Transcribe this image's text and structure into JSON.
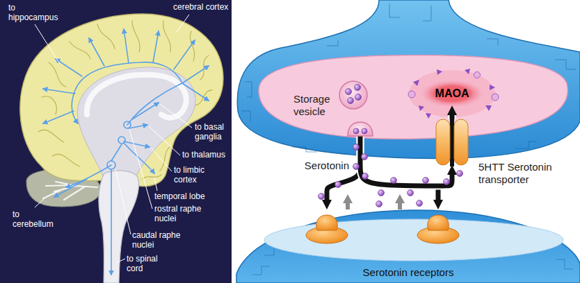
{
  "diagram": {
    "nodes": [
      {
        "text": [
          "Storage vesicle"
        ]
      },
      {
        "text": [
          "MAOA"
        ]
      },
      {
        "text": [
          "5HTT Serotonin transporter"
        ]
      },
      {
        "text": [
          "Serotonin receptors"
        ]
      }
    ],
    "edges": [
      {
        "from": 0,
        "to": 3,
        "arrow": "to"
      },
      {
        "from": 0,
        "to": 2,
        "arrow": "to"
      },
      {
        "from": 2,
        "to": 1,
        "arrow": "to"
      }
    ],
    "labels": [
      "to hippocampus",
      "cerebral cortex",
      "to basal ganglia",
      "to thalamus",
      "to limbic cortex",
      "temporal lobe",
      "rostral raphe nuclei",
      "to cerebellum",
      "caudal raphe nuclei",
      "to spinal cord",
      "Serotonin"
    ]
  }
}
